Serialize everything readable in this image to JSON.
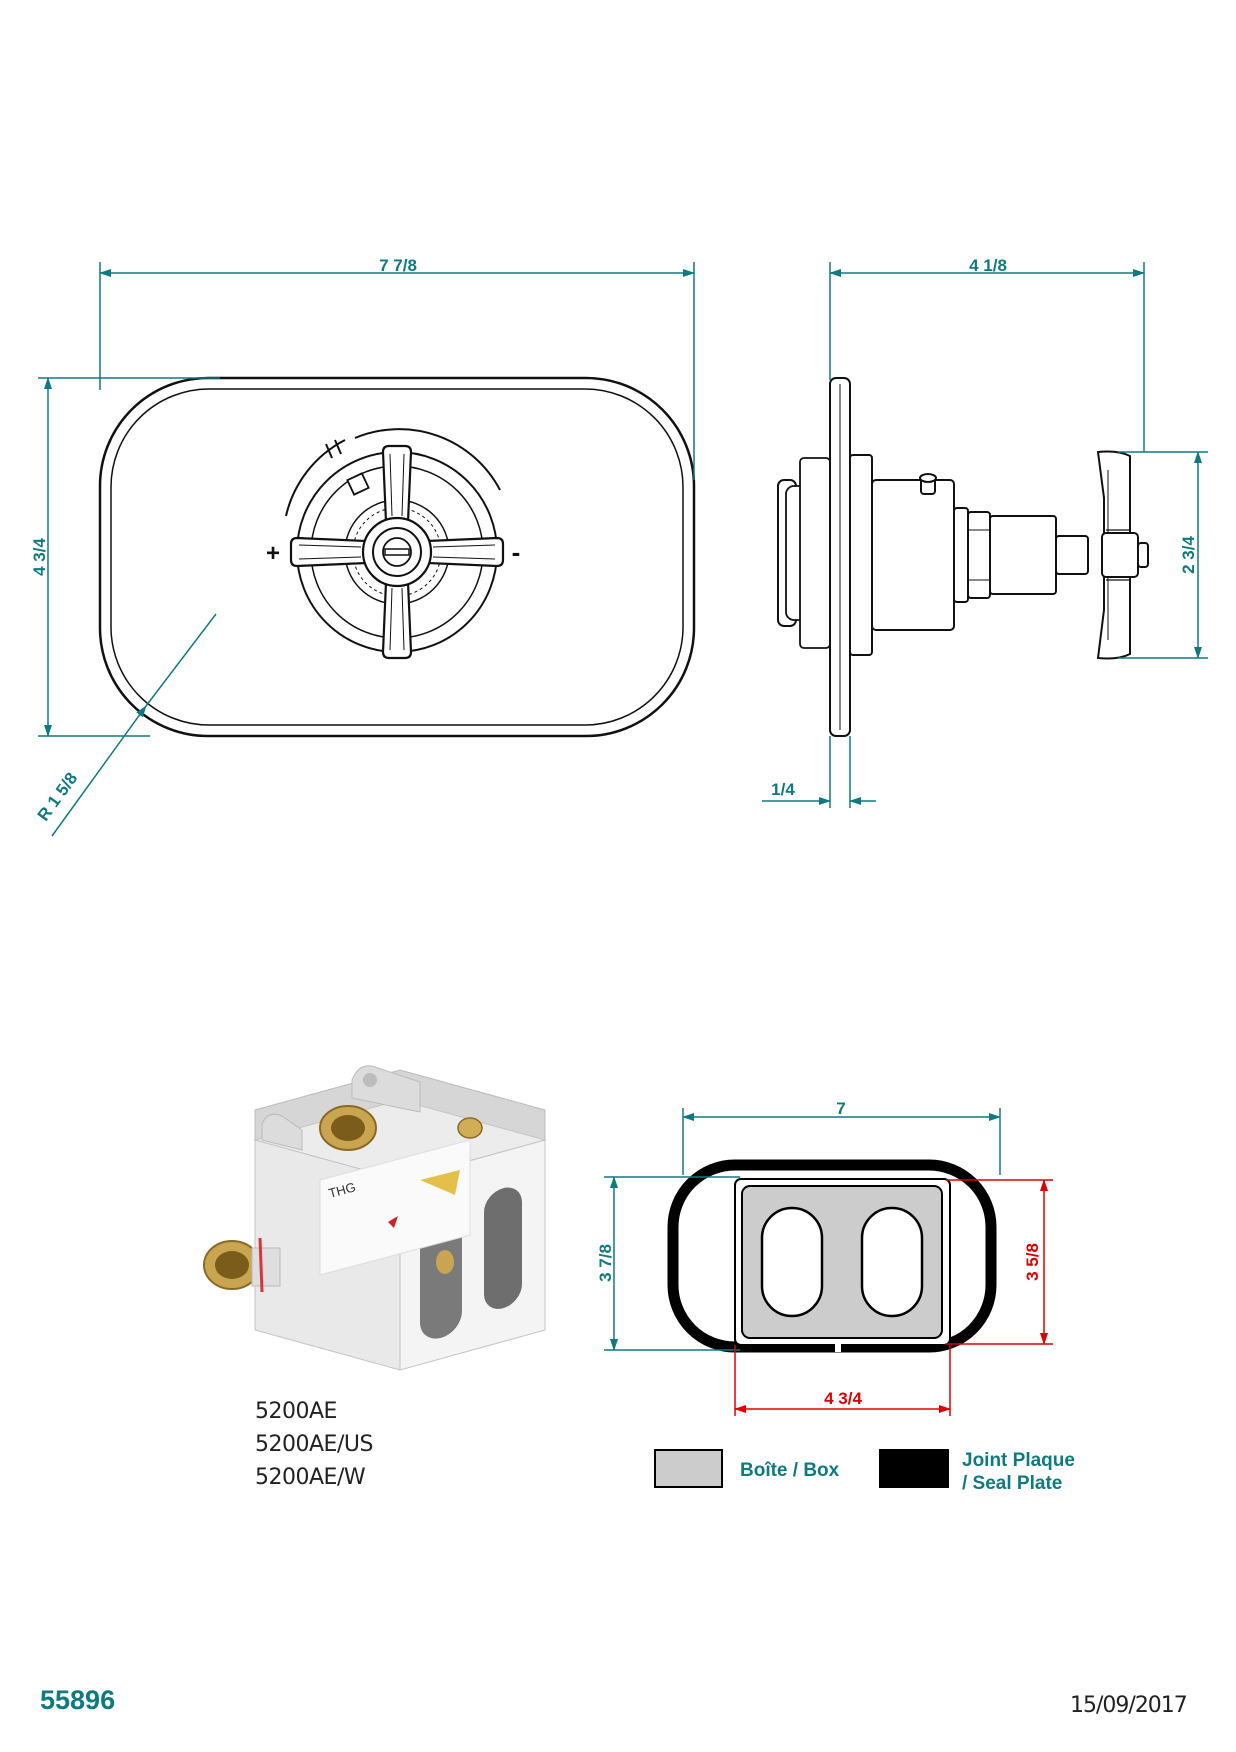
{
  "front_view": {
    "width": "7 7/8",
    "height": "4 3/4",
    "radius": "R 1 5/8",
    "plus": "+",
    "minus": "-"
  },
  "side_view": {
    "depth": "4 1/8",
    "handle_height": "2 3/4",
    "plate_thickness": "1/4"
  },
  "box_view": {
    "outer_width": "7",
    "outer_height": "3 7/8",
    "inner_width": "4 3/4",
    "inner_height": "3 5/8"
  },
  "models": [
    "5200AE",
    "5200AE/US",
    "5200AE/W"
  ],
  "legend": {
    "box_label": "Boîte / Box",
    "seal_label_line1": "Joint Plaque",
    "seal_label_line2": "/ Seal Plate",
    "box_color": "#cccccc",
    "seal_color": "#000000"
  },
  "product_photo": {
    "brand_mark": "THG"
  },
  "footer": {
    "reference": "55896",
    "date": "15/09/2017"
  },
  "colors": {
    "dimension": "#0f7a80",
    "dimension_red": "#e00000"
  }
}
